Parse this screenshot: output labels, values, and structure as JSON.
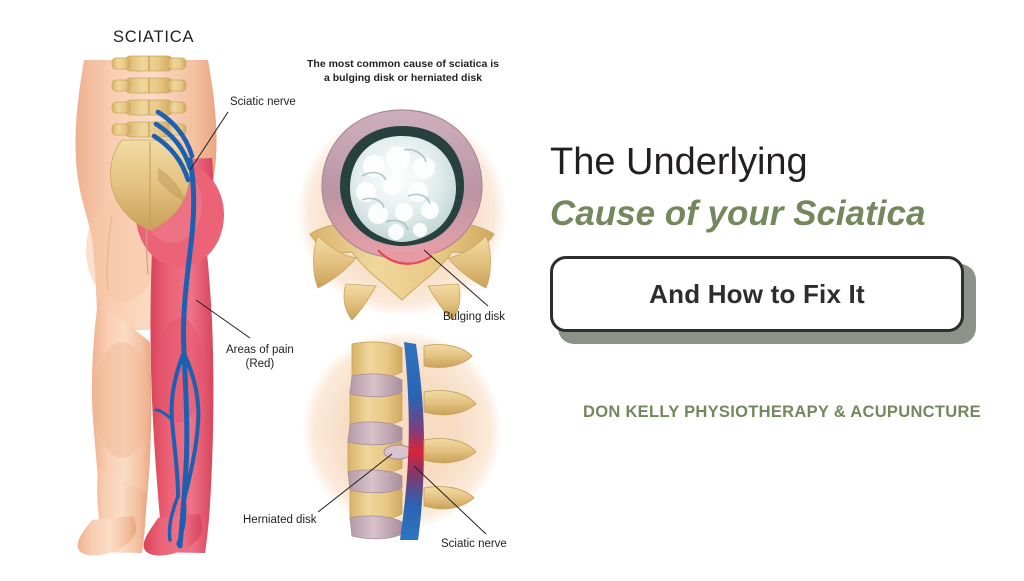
{
  "illustration": {
    "title": "SCIATICA",
    "caption": "The most common cause of sciatica\nis a bulging disk or herniated disk",
    "labels": {
      "sciatic_nerve_top": "Sciatic nerve",
      "areas_of_pain": "Areas of pain\n(Red)",
      "bulging_disk": "Bulging disk",
      "herniated_disk": "Herniated disk",
      "sciatic_nerve_bottom": "Sciatic nerve"
    }
  },
  "panel": {
    "headline_line1": "The Underlying",
    "headline_line2": "Cause of your Sciatica",
    "cta_label": "And How to Fix It",
    "footer": "DON KELLY PHYSIOTHERAPY & ACUPUNCTURE"
  },
  "colors": {
    "accent_green": "#75875c",
    "headline_dark": "#231f20",
    "cta_border": "#2e2e2e",
    "cta_shadow": "#8c9289",
    "background": "#ffffff",
    "pain_red": "#e8536a",
    "nerve_blue": "#1d5fb0",
    "bone_tan": "#e0c07c",
    "skin": "#f6c6a8",
    "halo_peach": "#f7ddc4",
    "disk_mauve": "#c4a8b4"
  }
}
